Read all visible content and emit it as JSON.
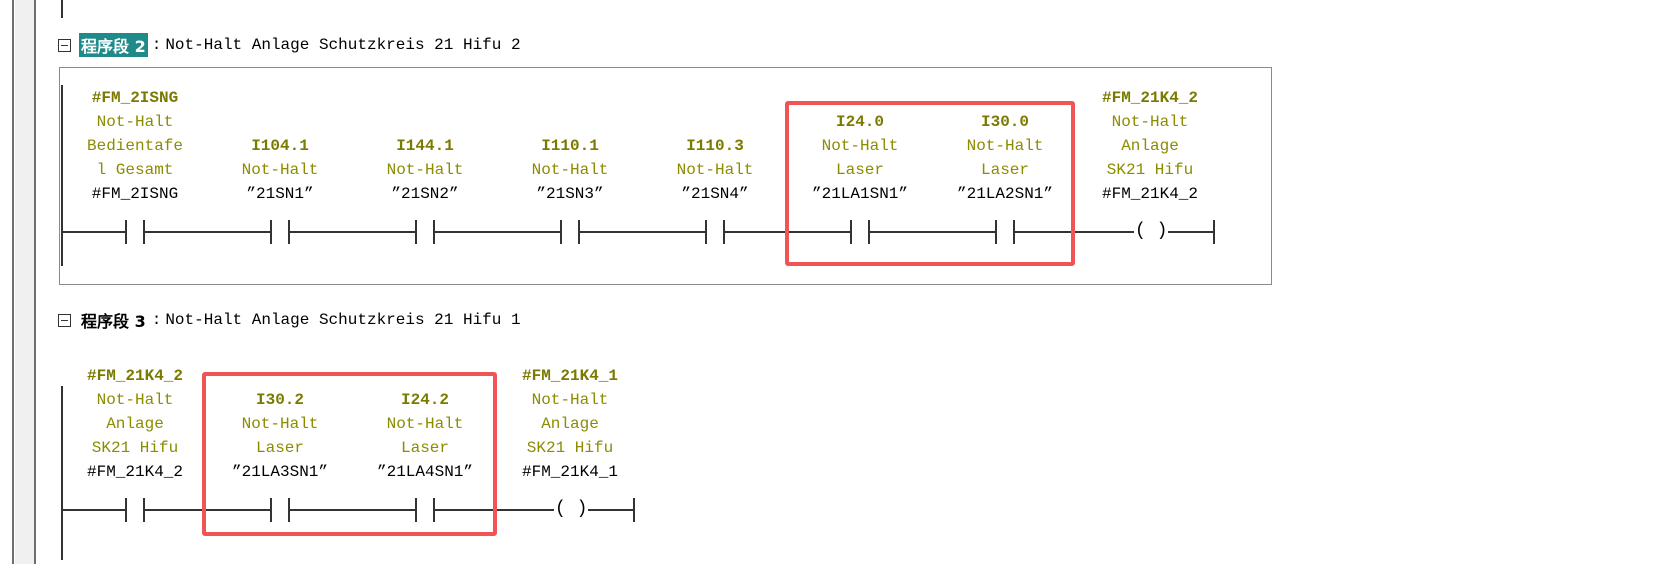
{
  "networks": [
    {
      "label": "程序段 2",
      "separator": ":",
      "title": "Not-Halt Anlage Schutzkreis 21 Hifu 2",
      "selected": true,
      "elements": [
        {
          "type": "contact",
          "address": "#FM_2ISNG",
          "comment": [
            "Not-Halt",
            "Bedientafe",
            "l Gesamt"
          ],
          "symbol": "#FM_2ISNG"
        },
        {
          "type": "contact",
          "address": "I104.1",
          "comment": [
            "Not-Halt"
          ],
          "symbol": "”21SN1”"
        },
        {
          "type": "contact",
          "address": "I144.1",
          "comment": [
            "Not-Halt"
          ],
          "symbol": "”21SN2”"
        },
        {
          "type": "contact",
          "address": "I110.1",
          "comment": [
            "Not-Halt"
          ],
          "symbol": "”21SN3”"
        },
        {
          "type": "contact",
          "address": "I110.3",
          "comment": [
            "Not-Halt"
          ],
          "symbol": "”21SN4”"
        },
        {
          "type": "contact",
          "address": "I24.0",
          "comment": [
            "Not-Halt",
            "Laser"
          ],
          "symbol": "”21LA1SN1”",
          "highlighted": true
        },
        {
          "type": "contact",
          "address": "I30.0",
          "comment": [
            "Not-Halt",
            "Laser"
          ],
          "symbol": "”21LA2SN1”",
          "highlighted": true
        },
        {
          "type": "coil",
          "address": "#FM_21K4_2",
          "comment": [
            "Not-Halt",
            "Anlage",
            "SK21 Hifu"
          ],
          "symbol": "#FM_21K4_2",
          "glyph": "( )"
        }
      ]
    },
    {
      "label": "程序段 3",
      "separator": ":",
      "title": "Not-Halt Anlage Schutzkreis 21 Hifu 1",
      "selected": false,
      "elements": [
        {
          "type": "contact",
          "address": "#FM_21K4_2",
          "comment": [
            "Not-Halt",
            "Anlage",
            "SK21 Hifu"
          ],
          "symbol": "#FM_21K4_2"
        },
        {
          "type": "contact",
          "address": "I30.2",
          "comment": [
            "Not-Halt",
            "Laser"
          ],
          "symbol": "”21LA3SN1”",
          "highlighted": true
        },
        {
          "type": "contact",
          "address": "I24.2",
          "comment": [
            "Not-Halt",
            "Laser"
          ],
          "symbol": "”21LA4SN1”",
          "highlighted": true
        },
        {
          "type": "coil",
          "address": "#FM_21K4_1",
          "comment": [
            "Not-Halt",
            "Anlage",
            "SK21 Hifu"
          ],
          "symbol": "#FM_21K4_1",
          "glyph": "( )"
        }
      ]
    }
  ],
  "colors": {
    "address": "#7a7a00",
    "comment": "#8c8c00",
    "highlight": "#f05454",
    "selected_network": "#1e8a8a"
  }
}
